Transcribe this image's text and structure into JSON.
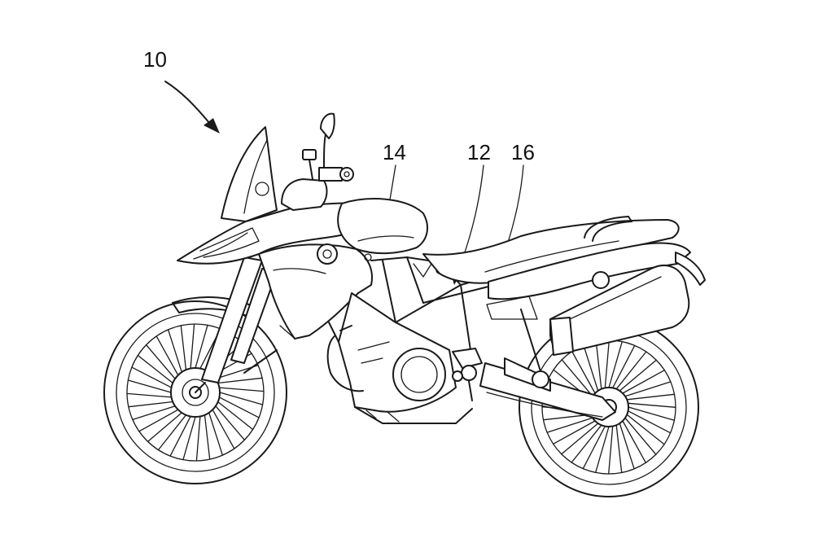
{
  "figure": {
    "reference_numerals": {
      "motorcycle": "10",
      "frame": "12",
      "tank": "14",
      "seat": "16"
    },
    "colors": {
      "line": "#1a1a1a",
      "background": "#ffffff"
    }
  }
}
